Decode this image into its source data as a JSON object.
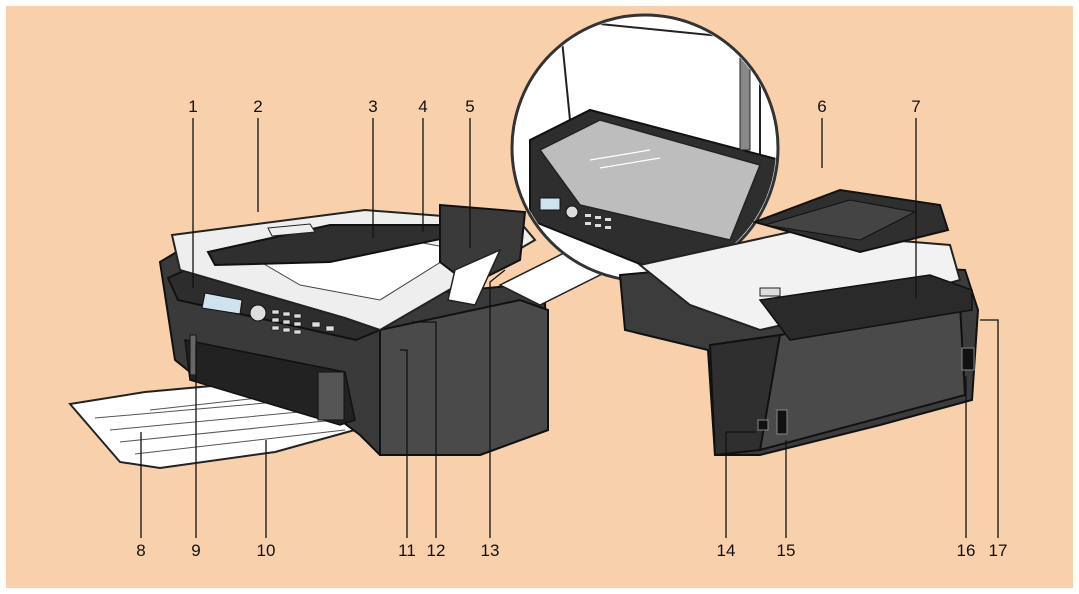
{
  "figure": {
    "background_color": "#f9d0ac",
    "callouts": [
      {
        "id": "1",
        "label": "1"
      },
      {
        "id": "2",
        "label": "2"
      },
      {
        "id": "3",
        "label": "3"
      },
      {
        "id": "4",
        "label": "4"
      },
      {
        "id": "5",
        "label": "5"
      },
      {
        "id": "6",
        "label": "6"
      },
      {
        "id": "7",
        "label": "7"
      },
      {
        "id": "8",
        "label": "8"
      },
      {
        "id": "9",
        "label": "9"
      },
      {
        "id": "10",
        "label": "10"
      },
      {
        "id": "11",
        "label": "11"
      },
      {
        "id": "12",
        "label": "12"
      },
      {
        "id": "13",
        "label": "13"
      },
      {
        "id": "14",
        "label": "14"
      },
      {
        "id": "15",
        "label": "15"
      },
      {
        "id": "16",
        "label": "16"
      },
      {
        "id": "17",
        "label": "17"
      }
    ]
  }
}
